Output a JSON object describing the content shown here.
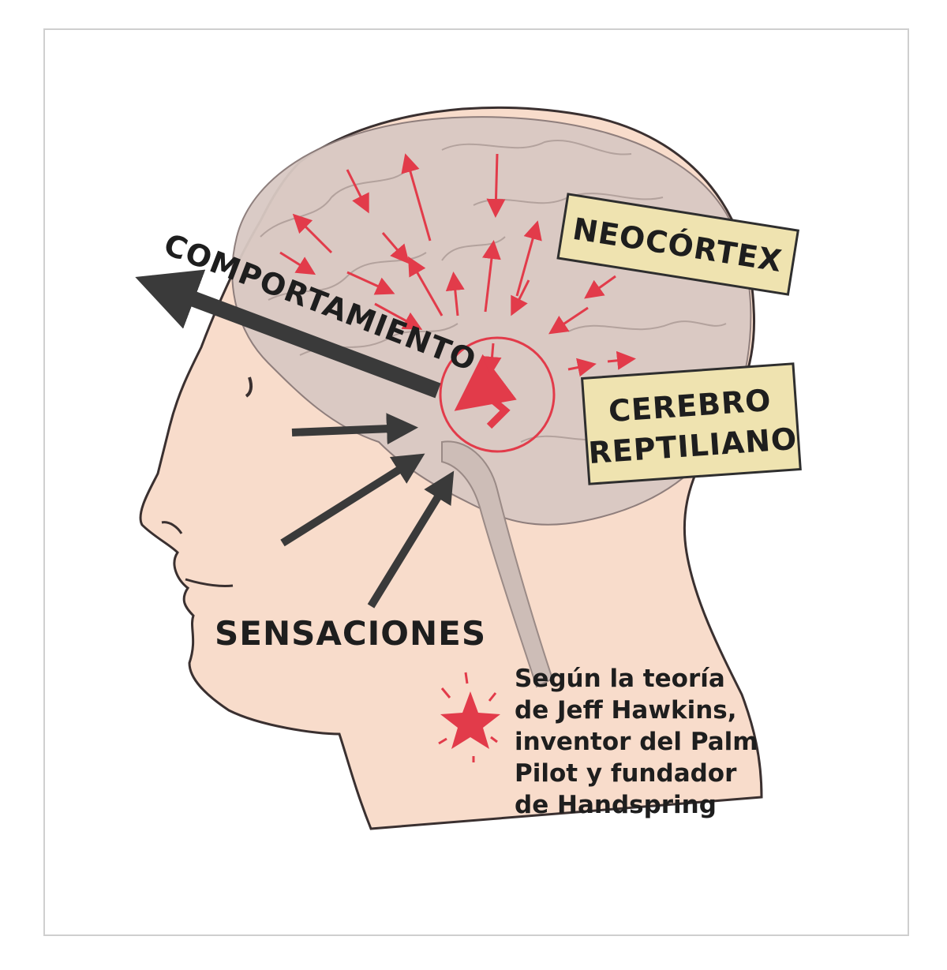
{
  "labels": {
    "neocortex": "NEOCÓRTEX",
    "cerebro_line1": "CEREBRO",
    "cerebro_line2": "REPTILIANO",
    "comportamiento": "COMPORTAMIENTO",
    "sensaciones": "SENSACIONES"
  },
  "note": {
    "lines": [
      "Según la teoría",
      "de Jeff Hawkins,",
      "inventor del Palm",
      "Pilot y fundador",
      "de Handspring"
    ]
  },
  "colors": {
    "skin": "#f8dccb",
    "brain": "#d9c9c3",
    "label_box": "#efe3b0",
    "red_arrow": "#e23b4a",
    "dark_arrow": "#3a3a3a",
    "text": "#1e1e1e"
  }
}
